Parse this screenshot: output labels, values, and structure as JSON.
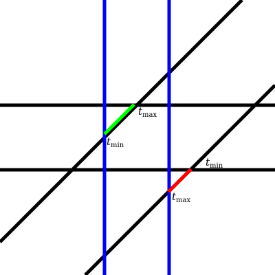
{
  "colors": {
    "background": "#ffffff",
    "horizontal_slab_lines": "#000000",
    "diagonal_rays": "#000000",
    "vertical_slab_lines": "#0000ff",
    "intersecting_segment": "#00ff00",
    "non_intersecting_segment": "#ff0000"
  },
  "labels": {
    "upper_tmin": {
      "var": "t",
      "sub": "min"
    },
    "upper_tmax": {
      "var": "t",
      "sub": "max"
    },
    "lower_tmin": {
      "var": "t",
      "sub": "min"
    },
    "lower_tmax": {
      "var": "t",
      "sub": "max"
    }
  }
}
